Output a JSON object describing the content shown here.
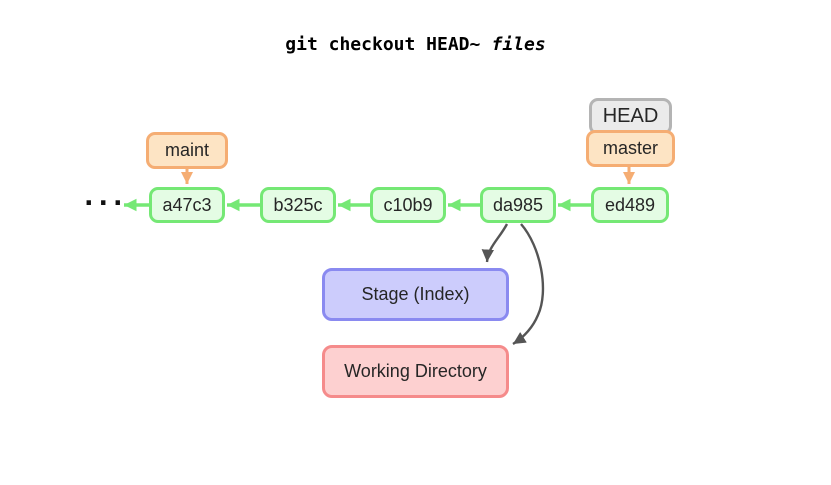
{
  "title": {
    "command": "git checkout HEAD~",
    "emphasis": "files"
  },
  "history": {
    "ellipsis": "...",
    "commits": [
      {
        "id": "a47c3"
      },
      {
        "id": "b325c"
      },
      {
        "id": "c10b9"
      },
      {
        "id": "da985"
      },
      {
        "id": "ed489"
      }
    ]
  },
  "refs": {
    "maint": {
      "label": "maint"
    },
    "head": {
      "label": "HEAD"
    },
    "master": {
      "label": "master"
    }
  },
  "areas": {
    "stage": {
      "label": "Stage (Index)"
    },
    "working_directory": {
      "label": "Working Directory"
    }
  },
  "colors": {
    "commit-fill": "#e4fce4",
    "commit-border": "#75e875",
    "branch-fill": "#fde4c4",
    "branch-border": "#f5ad73",
    "head-fill": "#ebebeb",
    "head-border": "#b4b4b4",
    "stage-fill": "#ccccfc",
    "stage-border": "#8a8af0",
    "wd-fill": "#fdd0d0",
    "wd-border": "#f58b8b",
    "flow-arrow": "#555555",
    "text": "#262626"
  }
}
